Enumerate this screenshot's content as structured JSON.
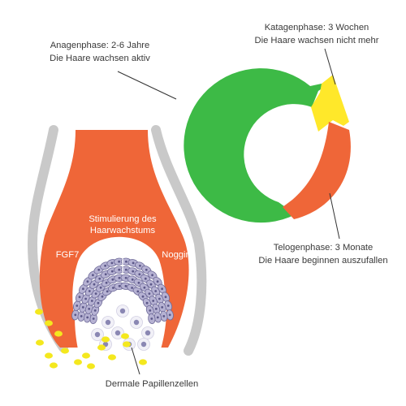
{
  "cycle": {
    "anagen": {
      "line1": "Anagenphase: 2-6 Jahre",
      "line2": "Die Haare wachsen aktiv",
      "color": "#3dba46"
    },
    "katagen": {
      "line1": "Katagenphase: 3 Wochen",
      "line2": "Die Haare wachsen nicht mehr",
      "color": "#ffe82a"
    },
    "telogen": {
      "line1": "Telogenphase: 3 Monate",
      "line2": "Die Haare beginnen auszufallen",
      "color": "#ef6638"
    }
  },
  "follicle": {
    "stimulation_line1": "Stimulierung des",
    "stimulation_line2": "Haarwachstums",
    "left_factor": "FGF7",
    "right_factor": "Noggin",
    "papilla_label": "Dermale Papillenzellen",
    "bulb_color": "#ef6638",
    "sheath_color": "#c9c9c9",
    "cell_color": "#a8a4c8",
    "granule_color": "#f4e81e"
  }
}
